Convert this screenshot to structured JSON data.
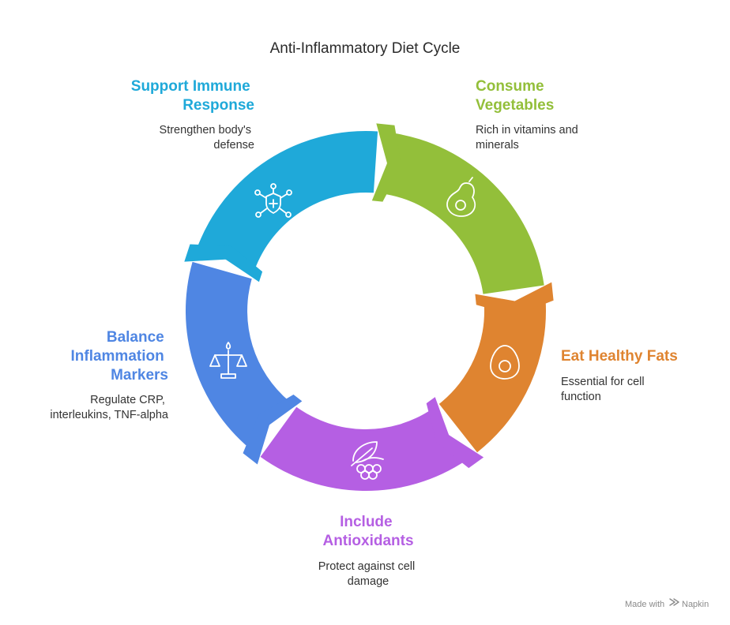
{
  "title": "Anti-Inflammatory Diet Cycle",
  "steps": [
    {
      "id": "vegetables",
      "title_lines": [
        "Consume",
        "Vegetables"
      ],
      "desc_lines": [
        "Rich in vitamins and",
        "minerals"
      ],
      "color": "#93BF3A",
      "icon": "avocado-icon"
    },
    {
      "id": "fats",
      "title_lines": [
        "Eat Healthy Fats"
      ],
      "desc_lines": [
        "Essential for cell",
        "function"
      ],
      "color": "#DF8430",
      "icon": "egg-icon"
    },
    {
      "id": "antioxidants",
      "title_lines": [
        "Include",
        "Antioxidants"
      ],
      "desc_lines": [
        "Protect against cell",
        "damage"
      ],
      "color": "#B55FE3",
      "icon": "berries-leaf-icon"
    },
    {
      "id": "inflammation",
      "title_lines": [
        "Balance",
        "Inflammation",
        "Markers"
      ],
      "desc_lines": [
        "Regulate CRP,",
        "interleukins, TNF-alpha"
      ],
      "color": "#4F86E3",
      "icon": "balance-scale-icon"
    },
    {
      "id": "immune",
      "title_lines": [
        "Support Immune",
        "Response"
      ],
      "desc_lines": [
        "Strengthen body's",
        "defense"
      ],
      "color": "#1FA9D9",
      "icon": "virus-shield-icon"
    }
  ],
  "watermark": {
    "prefix": "Made with",
    "brand": "Napkin"
  }
}
